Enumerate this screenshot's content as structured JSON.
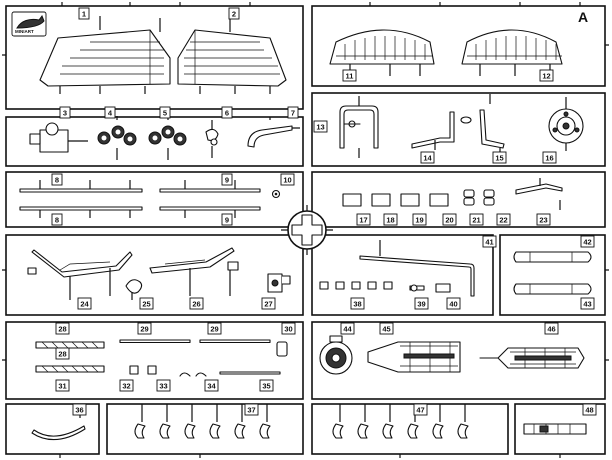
{
  "sprue_letter": "A",
  "brand": "MINIART",
  "parts": [
    {
      "num": "1"
    },
    {
      "num": "2"
    },
    {
      "num": "3"
    },
    {
      "num": "4"
    },
    {
      "num": "5"
    },
    {
      "num": "6"
    },
    {
      "num": "7"
    },
    {
      "num": "8"
    },
    {
      "num": "8"
    },
    {
      "num": "9"
    },
    {
      "num": "9"
    },
    {
      "num": "10"
    },
    {
      "num": "11"
    },
    {
      "num": "12"
    },
    {
      "num": "13"
    },
    {
      "num": "14"
    },
    {
      "num": "15"
    },
    {
      "num": "16"
    },
    {
      "num": "17"
    },
    {
      "num": "18"
    },
    {
      "num": "19"
    },
    {
      "num": "20"
    },
    {
      "num": "21"
    },
    {
      "num": "22"
    },
    {
      "num": "23"
    },
    {
      "num": "24"
    },
    {
      "num": "25"
    },
    {
      "num": "26"
    },
    {
      "num": "27"
    },
    {
      "num": "28"
    },
    {
      "num": "28"
    },
    {
      "num": "29"
    },
    {
      "num": "29"
    },
    {
      "num": "30"
    },
    {
      "num": "31"
    },
    {
      "num": "32"
    },
    {
      "num": "33"
    },
    {
      "num": "34"
    },
    {
      "num": "35"
    },
    {
      "num": "36"
    },
    {
      "num": "37"
    },
    {
      "num": "38"
    },
    {
      "num": "39"
    },
    {
      "num": "40"
    },
    {
      "num": "41"
    },
    {
      "num": "42"
    },
    {
      "num": "43"
    },
    {
      "num": "44"
    },
    {
      "num": "45"
    },
    {
      "num": "46"
    },
    {
      "num": "47"
    },
    {
      "num": "48"
    }
  ]
}
